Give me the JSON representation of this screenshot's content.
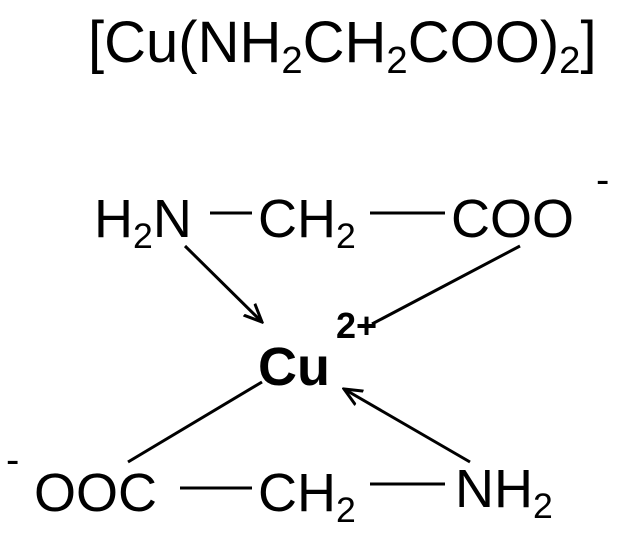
{
  "formula": {
    "open": "[Cu(NH",
    "sub1": "2",
    "mid1": "CH",
    "sub2": "2",
    "mid2": "COO)",
    "sub3": "2",
    "close": "]"
  },
  "top_ligand": {
    "amine": {
      "main": "H",
      "sub": "2",
      "tail": "N"
    },
    "methylene": {
      "main": "CH",
      "sub": "2"
    },
    "carboxylate": {
      "main": "COO",
      "charge": "-"
    }
  },
  "metal": {
    "symbol": "Cu",
    "charge": "2+"
  },
  "bottom_ligand": {
    "carboxylate": {
      "charge": "-",
      "main": "OOC"
    },
    "methylene": {
      "main": "CH",
      "sub": "2"
    },
    "amine": {
      "main": "NH",
      "sub": "2"
    }
  },
  "colors": {
    "ink": "#000000",
    "background": "#ffffff"
  }
}
